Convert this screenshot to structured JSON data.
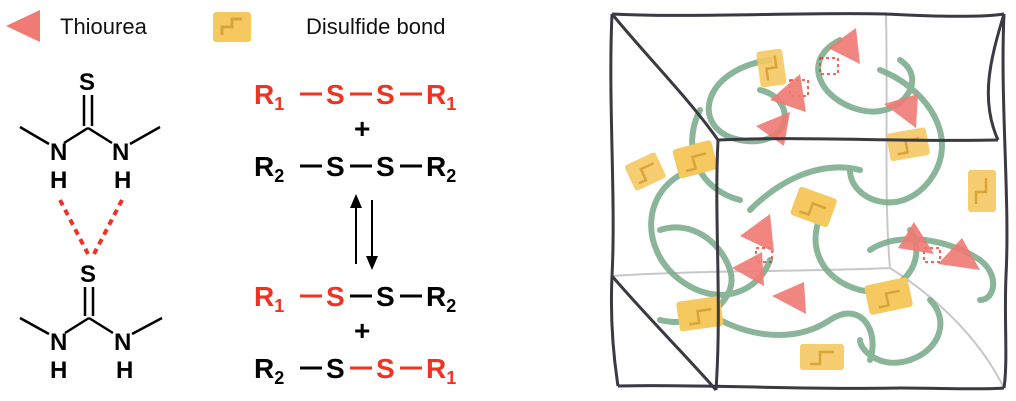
{
  "legend": {
    "thiourea_label": "Thiourea",
    "disulfide_label": "Disulfide bond"
  },
  "colors": {
    "red": "#ee3322",
    "thiourea_triangle": "#f07a74",
    "disulfide_block": "#f5c860",
    "chain": "#7fae8f",
    "cube": "#3a3a44"
  },
  "molecule": {
    "sulfur": "S",
    "nitrogen": "N",
    "hydrogen": "H"
  },
  "equation": {
    "r1": "R",
    "r2": "R",
    "sub1": "1",
    "sub2": "2",
    "sulfur": "S",
    "plus": "+"
  },
  "icons": [
    "thiourea-triangle-icon",
    "disulfide-bond-icon",
    "equilibrium-arrows-icon"
  ]
}
